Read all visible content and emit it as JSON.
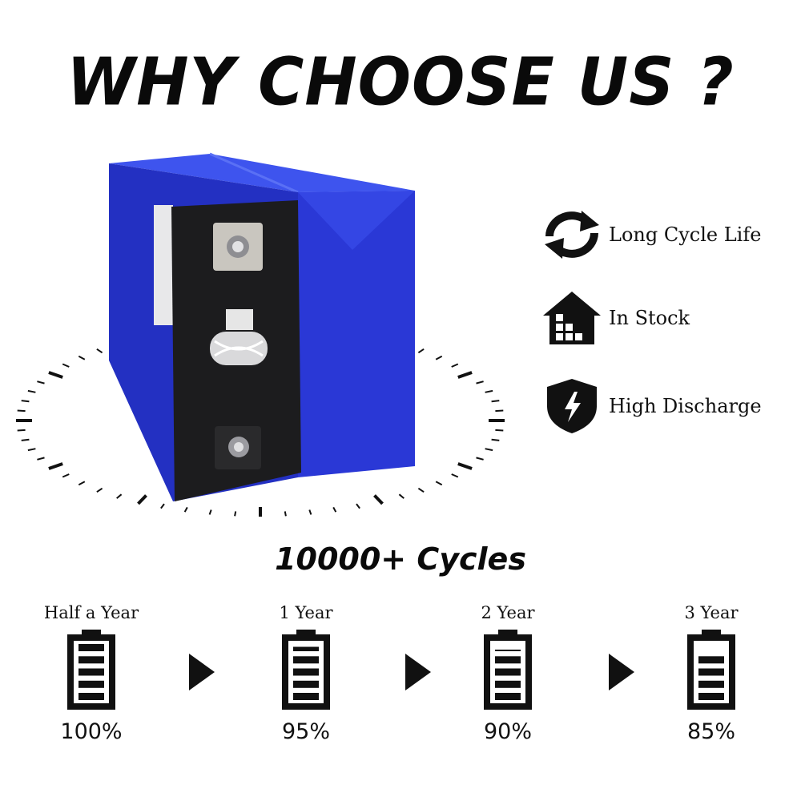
{
  "header": {
    "title": "WHY CHOOSE US ?"
  },
  "colors": {
    "battery_blue": "#2432c8",
    "battery_blue_light": "#3c52ea",
    "battery_face": "#1c1c1e",
    "ink": "#111111"
  },
  "features": [
    {
      "icon": "refresh-cycle-icon",
      "label": "Long Cycle Life"
    },
    {
      "icon": "warehouse-stock-icon",
      "label": "In Stock"
    },
    {
      "icon": "shield-lightning-icon",
      "label": "High Discharge"
    }
  ],
  "cycles": {
    "title": "10000+ Cycles"
  },
  "stages": [
    {
      "label": "Half a Year",
      "percent": "100%",
      "capacity": 1.0
    },
    {
      "label": "1 Year",
      "percent": "95%",
      "capacity": 0.95
    },
    {
      "label": "2 Year",
      "percent": "90%",
      "capacity": 0.9
    },
    {
      "label": "3 Year",
      "percent": "85%",
      "capacity": 0.85
    }
  ],
  "arrow_icon": "triangle-right-icon"
}
